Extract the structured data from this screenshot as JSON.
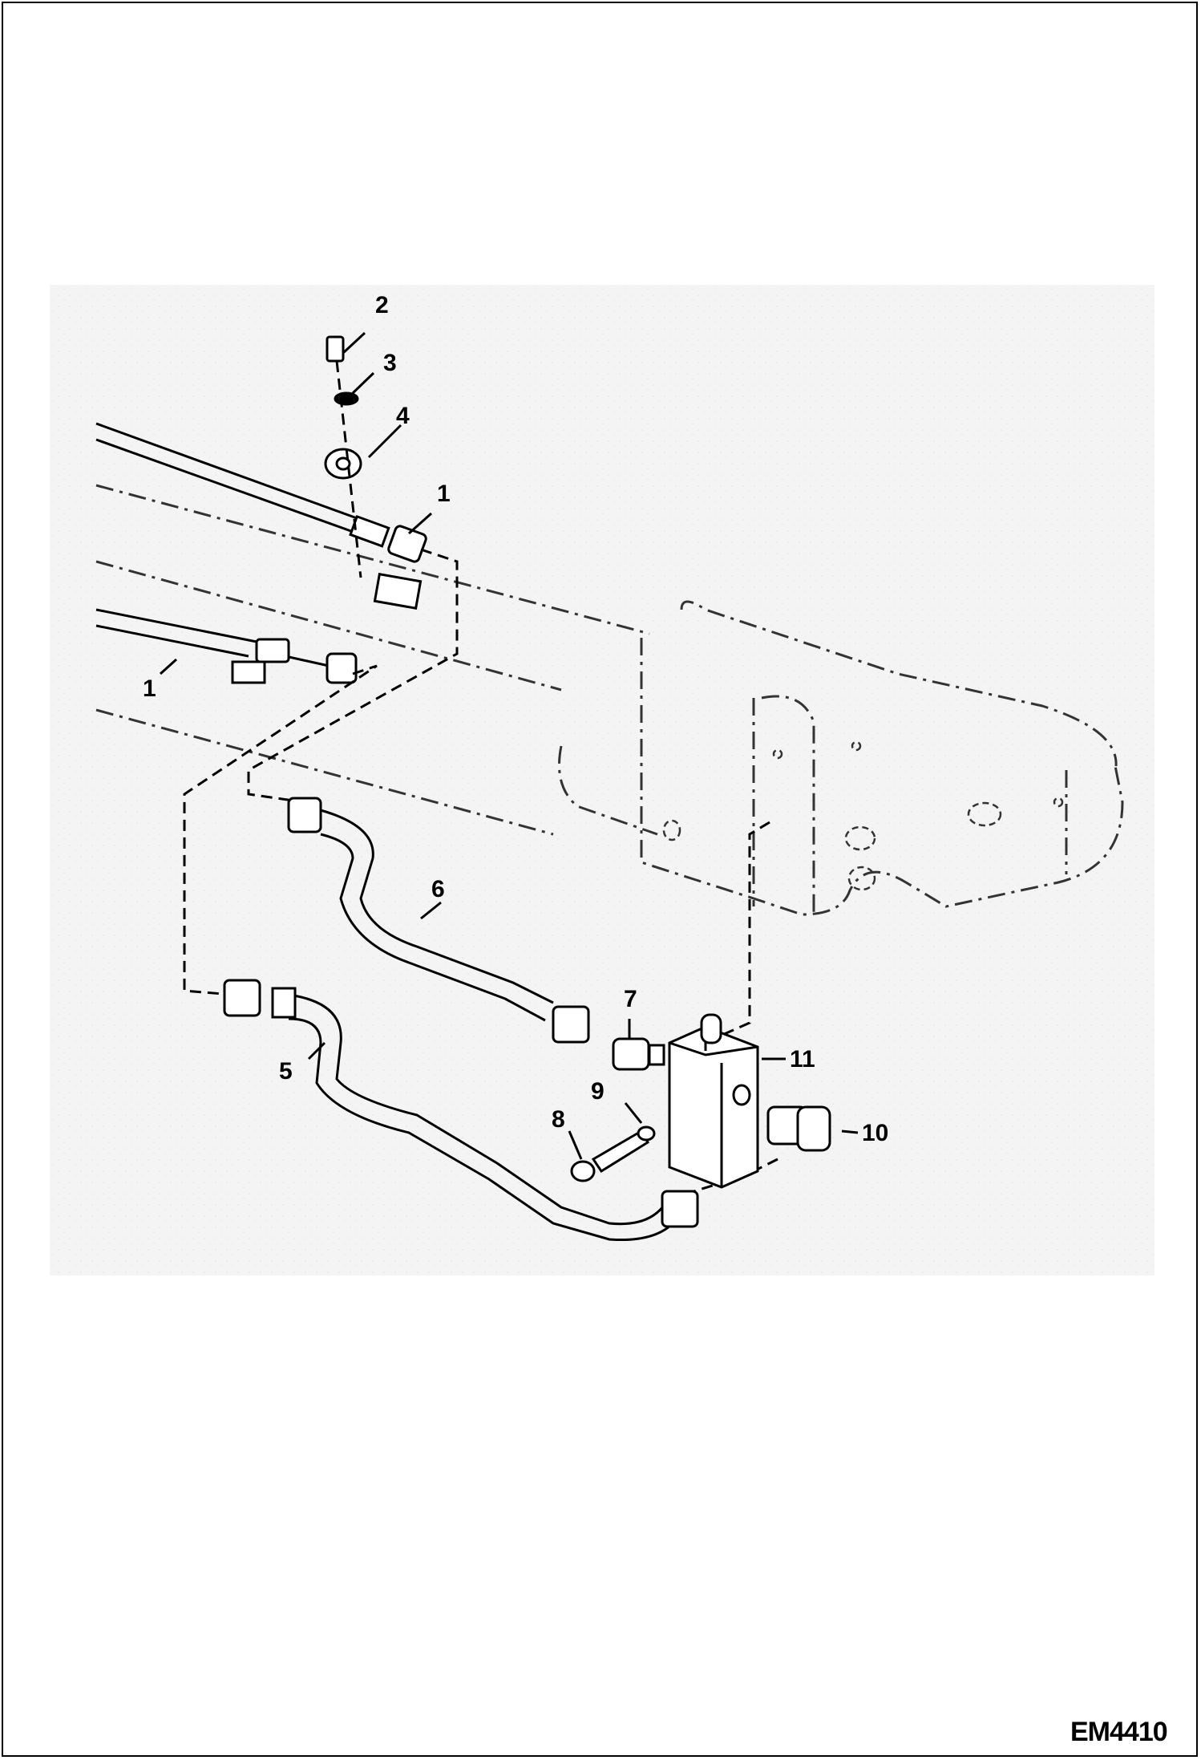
{
  "figure": {
    "code": "EM4410",
    "callouts": [
      "1",
      "1",
      "2",
      "3",
      "4",
      "5",
      "6",
      "7",
      "8",
      "9",
      "10",
      "11"
    ],
    "colors": {
      "line": "#000000",
      "shade": "#f2f2f2",
      "background": "#ffffff"
    }
  }
}
